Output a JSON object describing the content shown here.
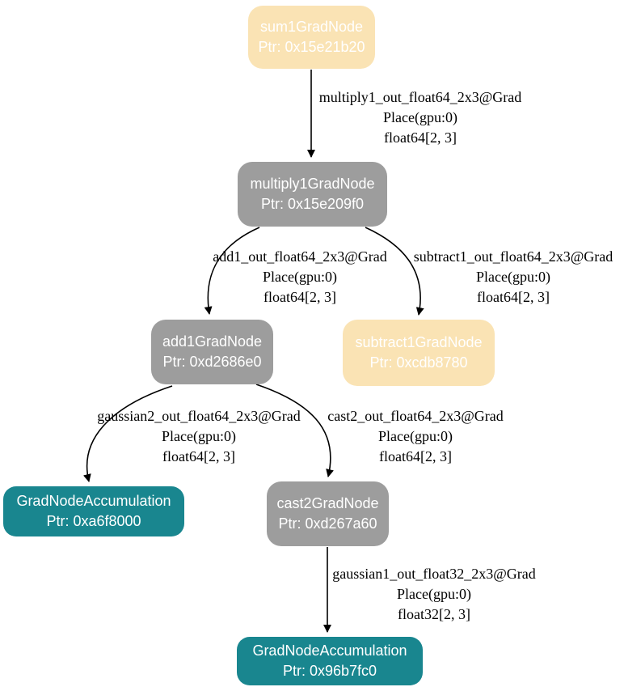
{
  "graph": {
    "colors": {
      "background": "#FFFFFF",
      "node_peach": "#FAE3B4",
      "node_gray": "#9D9D9D",
      "node_teal": "#19868F",
      "node_text": "#FFFFFF",
      "edge_line": "#000000",
      "edge_label_text": "#000000"
    },
    "nodes": [
      {
        "title": "sum1GradNode",
        "ptr": "Ptr: 0x15e21b20",
        "color": "peach"
      },
      {
        "title": "multiply1GradNode",
        "ptr": "Ptr: 0x15e209f0",
        "color": "gray"
      },
      {
        "title": "add1GradNode",
        "ptr": "Ptr: 0xd2686e0",
        "color": "gray"
      },
      {
        "title": "subtract1GradNode",
        "ptr": "Ptr: 0xcdb8780",
        "color": "peach"
      },
      {
        "title": "GradNodeAccumulation",
        "ptr": "Ptr: 0xa6f8000",
        "color": "teal"
      },
      {
        "title": "cast2GradNode",
        "ptr": "Ptr: 0xd267a60",
        "color": "gray"
      },
      {
        "title": "GradNodeAccumulation",
        "ptr": "Ptr: 0x96b7fc0",
        "color": "teal"
      }
    ],
    "edges": [
      {
        "from": "sum1GradNode",
        "to": "multiply1GradNode",
        "label": [
          "multiply1_out_float64_2x3@Grad",
          "Place(gpu:0)",
          "float64[2, 3]"
        ]
      },
      {
        "from": "multiply1GradNode",
        "to": "add1GradNode",
        "label": [
          "add1_out_float64_2x3@Grad",
          "Place(gpu:0)",
          "float64[2, 3]"
        ]
      },
      {
        "from": "multiply1GradNode",
        "to": "subtract1GradNode",
        "label": [
          "subtract1_out_float64_2x3@Grad",
          "Place(gpu:0)",
          "float64[2, 3]"
        ]
      },
      {
        "from": "add1GradNode",
        "to": "GradNodeAccumulation",
        "label": [
          "gaussian2_out_float64_2x3@Grad",
          "Place(gpu:0)",
          "float64[2, 3]"
        ]
      },
      {
        "from": "add1GradNode",
        "to": "cast2GradNode",
        "label": [
          "cast2_out_float64_2x3@Grad",
          "Place(gpu:0)",
          "float64[2, 3]"
        ]
      },
      {
        "from": "cast2GradNode",
        "to": "GradNodeAccumulation",
        "label": [
          "gaussian1_out_float32_2x3@Grad",
          "Place(gpu:0)",
          "float32[2, 3]"
        ]
      }
    ]
  }
}
